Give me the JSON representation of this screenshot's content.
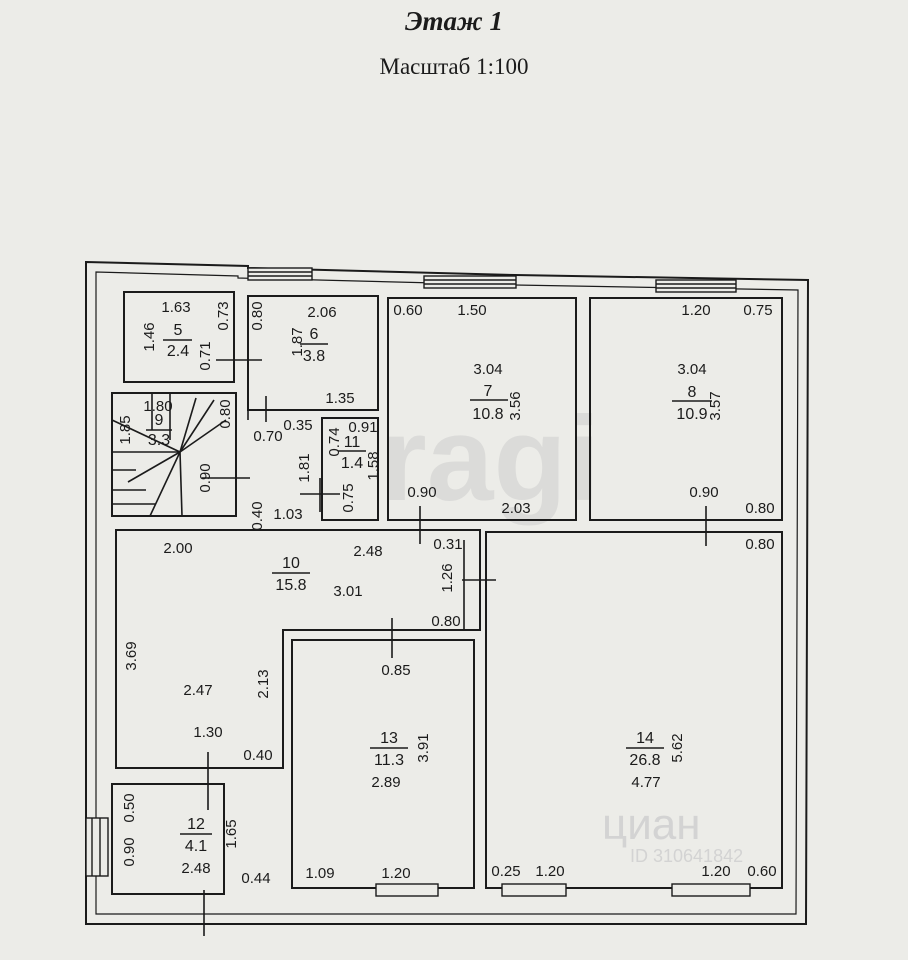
{
  "title": "Этаж 1",
  "subtitle": "Масштаб 1:100",
  "watermarks": {
    "w1": "ragi",
    "w2": "циан",
    "w3": "ID 310641842"
  },
  "rooms": {
    "r5": {
      "num": "5",
      "area": "2.4"
    },
    "r6": {
      "num": "6",
      "area": "3.8"
    },
    "r7": {
      "num": "7",
      "area": "10.8"
    },
    "r8": {
      "num": "8",
      "area": "10.9"
    },
    "r9": {
      "num": "9",
      "area": "3.3"
    },
    "r10": {
      "num": "10",
      "area": "15.8"
    },
    "r11": {
      "num": "11",
      "area": "1.4"
    },
    "r12": {
      "num": "12",
      "area": "4.1"
    },
    "r13": {
      "num": "13",
      "area": "11.3"
    },
    "r14": {
      "num": "14",
      "area": "26.8"
    }
  },
  "dims": {
    "d5_top": "1.63",
    "d5_left": "1.46",
    "d5_right": "0.73",
    "d5_inner": "0.71",
    "d6_top": "2.06",
    "d6_left": "0.80",
    "d6_inner": "1.87",
    "d6_bottom": "1.35",
    "d7_tl": "0.60",
    "d7_tr": "1.50",
    "d7_w": "3.04",
    "d7_h": "3.56",
    "d7_bl": "0.90",
    "d7_br": "2.03",
    "d8_tl": "1.20",
    "d8_tr": "0.75",
    "d8_w": "3.04",
    "d8_h": "3.57",
    "d8_bl": "0.90",
    "d8_br": "0.80",
    "d9_top": "1.80",
    "d9_left": "1.85",
    "d9_right": "0.80",
    "d9_door": "0.90",
    "d_070": "0.70",
    "d_035": "0.35",
    "d11_top": "0.91",
    "d11_left": "0.74",
    "d11_right": "1.58",
    "d11_bot": "0.75",
    "d10_181": "1.81",
    "d10_040": "0.40",
    "d10_103": "1.03",
    "d10_200": "2.00",
    "d10_248": "2.48",
    "d10_031": "0.31",
    "d10_126": "1.26",
    "d10_301": "3.01",
    "d10_080": "0.80",
    "d10_369": "3.69",
    "d10_247": "2.47",
    "d10_213": "2.13",
    "d10_130": "1.30",
    "d10_040b": "0.40",
    "d13_top": "0.85",
    "d13_h": "3.91",
    "d13_w": "2.89",
    "d13_bl": "1.09",
    "d13_br": "1.20",
    "d14_tr": "0.80",
    "d14_h": "5.62",
    "d14_w": "4.77",
    "d14_b1": "0.25",
    "d14_b2": "1.20",
    "d14_b3": "1.20",
    "d14_b4": "0.60",
    "d12_a": "0.50",
    "d12_b": "0.90",
    "d12_h": "1.65",
    "d12_w": "2.48",
    "d12_br": "0.44"
  }
}
